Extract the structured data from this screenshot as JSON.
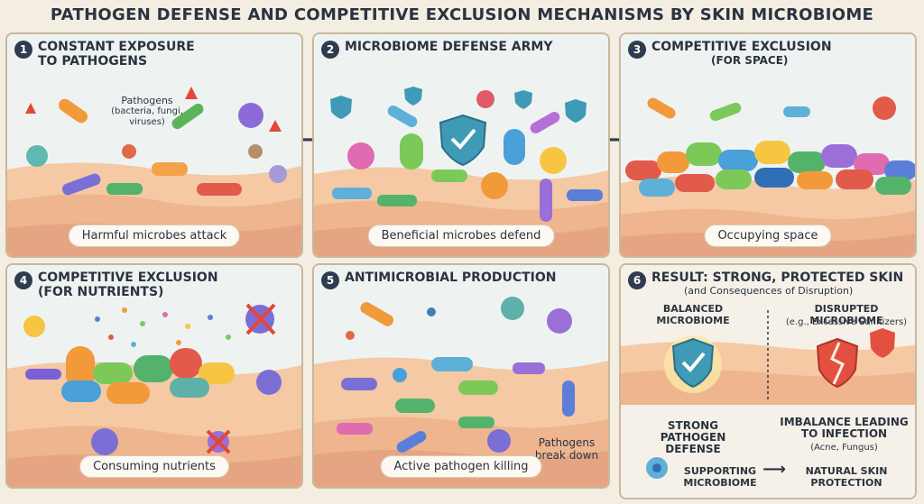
{
  "title": "PATHOGEN DEFENSE AND COMPETITIVE EXCLUSION MECHANISMS BY SKIN MICROBIOME",
  "panels": [
    {
      "num": "1",
      "heading": "CONSTANT EXPOSURE",
      "heading2": "TO PATHOGENS",
      "note_title": "Pathogens",
      "note_sub": "(bacteria, fungi, viruses)",
      "caption": "Harmful microbes attack"
    },
    {
      "num": "2",
      "heading": "MICROBIOME DEFENSE ARMY",
      "caption": "Beneficial microbes defend"
    },
    {
      "num": "3",
      "heading": "COMPETITIVE EXCLUSION",
      "heading2": "(FOR SPACE)",
      "caption": "Occupying space"
    },
    {
      "num": "4",
      "heading": "COMPETITIVE EXCLUSION",
      "heading2": "(FOR NUTRIENTS)",
      "caption": "Consuming nutrients"
    },
    {
      "num": "5",
      "heading": "ANTIMICROBIAL PRODUCTION",
      "note_title": "Pathogens",
      "note_sub": "break down",
      "caption": "Active pathogen killing"
    },
    {
      "num": "6",
      "heading": "RESULT: STRONG, PROTECTED SKIN",
      "heading2": "(and Consequences of Disruption)",
      "balanced": "BALANCED MICROBIOME",
      "disrupted": "DISRUPTED MICROBIOME",
      "disrupted_sub": "(e.g., Excessive Sanitizers)",
      "strong": "STRONG PATHOGEN DEFENSE",
      "imbalance": "IMBALANCE LEADING TO INFECTION",
      "imbalance_sub": "(Acne, Fungus)",
      "supporting": "SUPPORTING MICROBIOME",
      "natural": "NATURAL SKIN PROTECTION"
    }
  ]
}
